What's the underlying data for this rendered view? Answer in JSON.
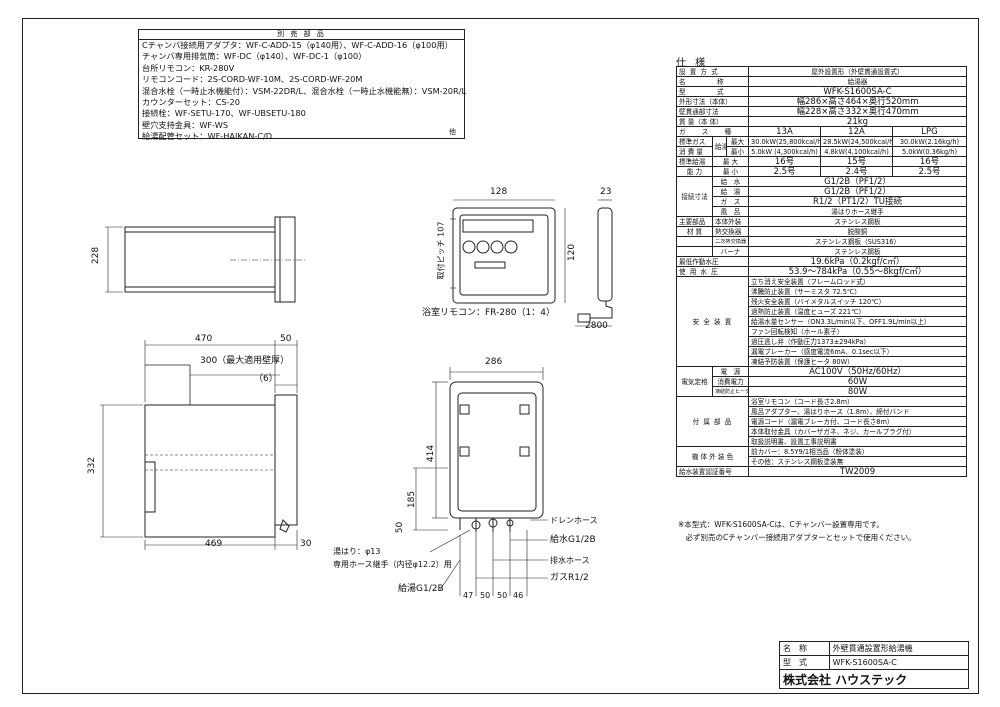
{
  "accessories": {
    "header": "別 売 部 品",
    "items": [
      "Cチャンバ接続用アダプタ：WF-C-ADD-15（φ140用）、WF-C-ADD-16（φ100用）",
      "チャンバ専用排気筒：WF-DC（φ140）、WF-DC-1（φ100）",
      "台所リモコン：KR-280V",
      "リモコンコード：2S-CORD-WF-10M、2S-CORD-WF-20M",
      "混合水栓（一時止水機能付）：VSM-22DR/L、混合水栓（一時止水機能無）：VSM-20R/L",
      "カウンターセット：CS-20",
      "接続栓：WF-SETU-170、WF-UBSETU-180",
      "壁穴支持金具：WF-WS",
      "給湯配管セット：WF-HAIKAN-C/D"
    ],
    "etc": "他"
  },
  "drawing": {
    "top_view": {
      "dim_470": "470",
      "dim_50": "50",
      "dim_300": "300（最大適用壁厚）",
      "dim_6": "（6）",
      "dim_332": "332",
      "dim_469": "469",
      "dim_30": "30"
    },
    "side_view": {
      "dim_228": "228"
    },
    "remote": {
      "dim_128": "128",
      "dim_120": "120",
      "dim_23": "23",
      "dim_pitch": "取付ピッチ 107",
      "dim_2800": "2800",
      "label": "浴室リモコン：FR-280（1：4）"
    },
    "front_view": {
      "dim_286": "286",
      "dim_414": "414",
      "dim_185": "185",
      "dim_50": "50",
      "pipe_dims": [
        "47",
        "50",
        "50",
        "46"
      ],
      "labels": {
        "drain_hose": "ドレンホース",
        "water_in": "給水G1/2B",
        "drain_water": "排水ホース",
        "gas": "ガスR1/2",
        "hot_water": "給湯G1/2B",
        "yuhari": "湯はり：φ13",
        "hose_fitting": "専用ホース継手（内径φ12.2）用"
      }
    }
  },
  "spec": {
    "title": "仕 様",
    "rows": {
      "setting": [
        "設 置 方 式",
        "屋外設置形（外壁貫通設置式）"
      ],
      "name": [
        "名　　　　称",
        "給湯器"
      ],
      "model": [
        "型　　　　式",
        "WFK-S1600SA-C"
      ],
      "outer": [
        "外形寸法（本体）",
        "幅286×高さ464×奥行520mm"
      ],
      "wall": [
        "壁貫通部寸法",
        "幅228×高さ332×奥行470mm"
      ],
      "mass": [
        "質 量（本 体）",
        "21kg"
      ],
      "gas_label": "ガ　　ス　　種",
      "gas_types": [
        "13A",
        "12A",
        "LPG"
      ],
      "std_label": "標準ガス",
      "cons_label": "消 費 量",
      "kyu": "給湯",
      "max": "最大",
      "min": "最小",
      "gas_max": [
        "30.0kW(25,800kcal/h)",
        "28.5kW(24,500kcal/h)",
        "30.0kW(2.16kg/h)"
      ],
      "gas_min": [
        "5.0kW (4,300kcal/h)",
        "4.8kW(4,100kcal/h)",
        "5.0kW(0.36kg/h)"
      ],
      "cap_label1": "標準給湯",
      "cap_label2": "能 力",
      "cap_max_l": "最 大",
      "cap_min_l": "最 小",
      "cap_max": [
        "16号",
        "15号",
        "16号"
      ],
      "cap_min": [
        "2.5号",
        "2.4号",
        "2.5号"
      ],
      "conn_label": "接続寸法",
      "conn": [
        [
          "給　水",
          "G1/2B（PF1/2）"
        ],
        [
          "給　湯",
          "G1/2B（PF1/2）"
        ],
        [
          "ガ　ス",
          "R1/2（PT1/2）TU接続"
        ],
        [
          "風　呂",
          "湯はりホース継手"
        ]
      ],
      "mat_label1": "主要部品",
      "mat_label2": "材 質",
      "mat": [
        [
          "本体外装",
          "ステンレス鋼板"
        ],
        [
          "熱交換器",
          "脱酸銅"
        ],
        [
          "二次熱交換器",
          "ステンレス鋼板（SUS316）"
        ],
        [
          "バーナ",
          "ステンレス鋼板"
        ]
      ],
      "min_press": [
        "最低作動水圧",
        "19.6kPa（0.2kgf/c㎡）"
      ],
      "use_press": [
        "使 用 水 圧",
        "53.9～784kPa（0.55～8kgf/c㎡）"
      ],
      "safety_label": "安 全 装 置",
      "safety": [
        "立ち消え安全装置（フレームロッド式）",
        "沸騰防止装置（サーミスタ 72.5℃）",
        "残火安全装置（バイメタルスイッチ 120℃）",
        "過熱防止装置（温度ヒューズ 221℃）",
        "給湯水量センサー（ON3.3L/min以下、OFF1.9L/min以上）",
        "ファン回転検知（ホール素子）",
        "過圧逃し弁（作動圧力1373±294kPa）",
        "漏電ブレーカー（感度電流6mA、0.1sec以下）",
        "凍結予防装置（保護ヒータ 80W）"
      ],
      "elec_label": "電気定格",
      "elec": [
        [
          "電　源",
          "AC100V（50Hz/60Hz）"
        ],
        [
          "消費電力",
          "60W"
        ],
        [
          "凍結防止ヒータ",
          "80W"
        ]
      ],
      "attach_label": "付 属 部 品",
      "attach": [
        "浴室リモコン（コード長さ2.8m）",
        "風呂アダプター、湯はりホース（1.8m）、締付バンド",
        "電源コード（漏電ブレーカ付、コード長さ8m）",
        "本体取付金具（カバーザガネ、ネジ、カールプラグ付）",
        "取扱説明書、設置工事説明書"
      ],
      "color_label": "機 体 外 装 色",
      "color": [
        "前カバー：8.5Y9/1相当品（粉体塗装）",
        "その他：ステンレス鋼板塗装無"
      ],
      "cert": [
        "給水装置認証番号",
        "TW2009"
      ]
    },
    "notes": [
      "※本型式：WFK-S1600SA-Cは、Cチャンバー設置専用です。",
      "　必ず別売のCチャンバー接続用アダプターとセットで使用ください。"
    ]
  },
  "title_block": {
    "name_label": "名　称",
    "name_value": "外壁貫通設置形給湯機",
    "model_label": "型　式",
    "model_value": "WFK-S1600SA-C",
    "company": "株式会社 ハウステック"
  }
}
